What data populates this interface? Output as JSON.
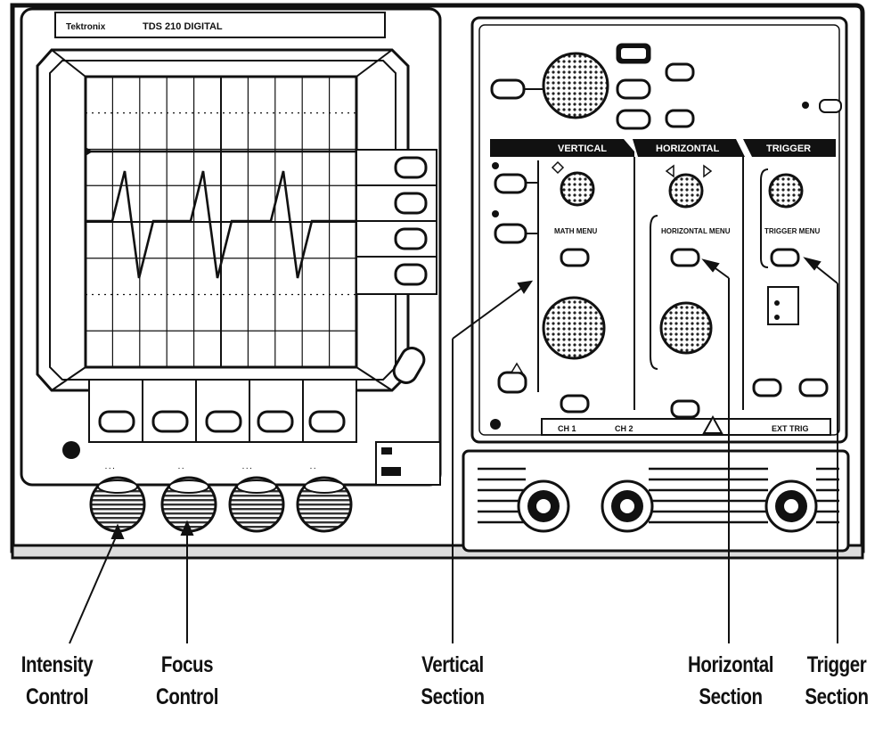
{
  "brand": "Tektronix",
  "model": "TDS 210 DIGITAL",
  "screen": {
    "waveform": "triangle"
  },
  "panel": {
    "vertical_title": "VERTICAL",
    "horizontal_title": "HORIZONTAL",
    "trigger_title": "TRIGGER",
    "vertical_menu": "MATH MENU",
    "horizontal_menu": "HORIZONTAL MENU",
    "trigger_menu": "TRIGGER MENU",
    "channel_1": "CH 1",
    "channel_2": "CH 2",
    "ext_trig": "EXT TRIG"
  },
  "callouts": {
    "intensity": [
      "Intensity",
      "Control"
    ],
    "focus": [
      "Focus",
      "Control"
    ],
    "vertical": [
      "Vertical",
      "Section"
    ],
    "horizontal": [
      "Horizontal",
      "Section"
    ],
    "trigger": [
      "Trigger",
      "Section"
    ]
  }
}
